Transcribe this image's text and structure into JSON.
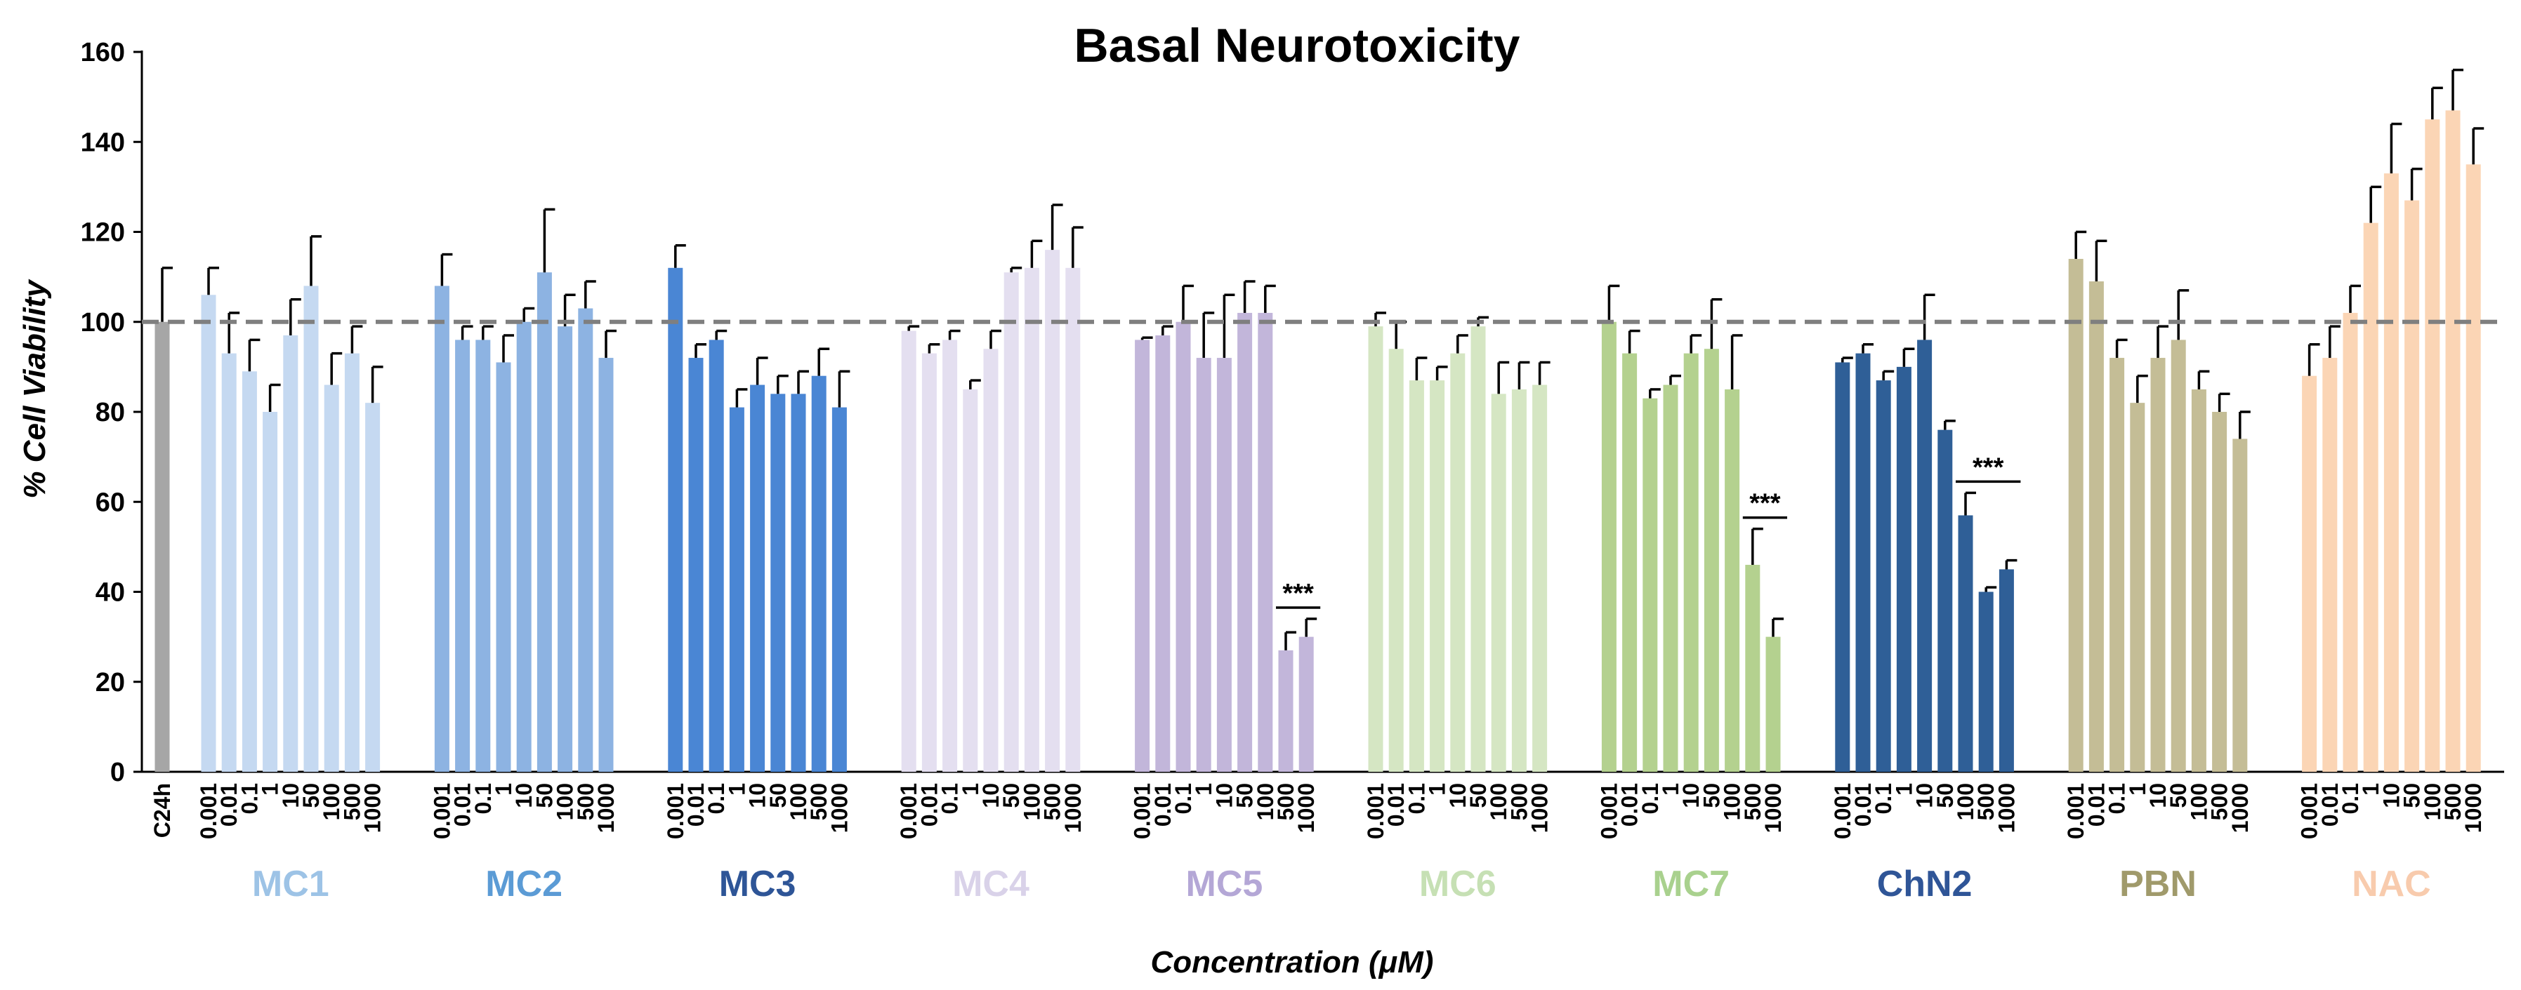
{
  "chart_data": {
    "type": "bar",
    "title": "Basal Neurotoxicity",
    "ylabel": "% Cell Viability",
    "xlabel": "Concentration (μM)",
    "ylim": [
      0,
      160
    ],
    "yticks": [
      0,
      20,
      40,
      60,
      80,
      100,
      120,
      140,
      160
    ],
    "reference_line": 100,
    "control": {
      "label": "C24h",
      "value": 100,
      "error": 12,
      "color": "#a6a6a6"
    },
    "concentration_labels": [
      "0.001",
      "0.01",
      "0.1",
      "1",
      "10",
      "50",
      "100",
      "500",
      "1000"
    ],
    "significance_label": "***",
    "groups": [
      {
        "name": "MC1",
        "color": "#c5d9f1",
        "label_color": "#9dc3e6",
        "values": [
          106,
          93,
          89,
          80,
          97,
          108,
          86,
          93,
          82
        ],
        "errors": [
          6,
          9,
          7,
          6,
          8,
          11,
          7,
          6,
          8
        ]
      },
      {
        "name": "MC2",
        "color": "#8db3e2",
        "label_color": "#5b9bd5",
        "values": [
          108,
          96,
          96,
          91,
          100,
          111,
          99,
          103,
          92
        ],
        "errors": [
          7,
          3,
          3,
          6,
          3,
          14,
          7,
          6,
          6
        ]
      },
      {
        "name": "MC3",
        "color": "#4a86d4",
        "label_color": "#2e5597",
        "values": [
          112,
          92,
          96,
          81,
          86,
          84,
          84,
          88,
          81
        ],
        "errors": [
          5,
          3,
          2,
          4,
          6,
          4,
          5,
          6,
          8
        ]
      },
      {
        "name": "MC4",
        "color": "#e4dff0",
        "label_color": "#d9d2e9",
        "values": [
          98,
          93,
          96,
          85,
          94,
          111,
          112,
          116,
          112
        ],
        "errors": [
          1,
          2,
          2,
          2,
          4,
          1,
          6,
          10,
          9
        ]
      },
      {
        "name": "MC5",
        "color": "#c2b6da",
        "label_color": "#b4a7d6",
        "values": [
          96,
          97,
          100,
          92,
          92,
          102,
          102,
          27,
          30
        ],
        "errors": [
          0.5,
          2,
          8,
          10,
          14,
          7,
          6,
          4,
          4
        ],
        "significance": {
          "from": 7,
          "to": 8
        }
      },
      {
        "name": "MC6",
        "color": "#d5e6c3",
        "label_color": "#c6e0b4",
        "values": [
          99,
          94,
          87,
          87,
          93,
          99,
          84,
          85,
          86
        ],
        "errors": [
          3,
          6,
          5,
          3,
          4,
          2,
          7,
          6,
          5
        ]
      },
      {
        "name": "MC7",
        "color": "#b4d18f",
        "label_color": "#a9d18e",
        "values": [
          100,
          93,
          83,
          86,
          93,
          94,
          85,
          46,
          30
        ],
        "errors": [
          8,
          5,
          2,
          2,
          4,
          11,
          12,
          8,
          4
        ],
        "significance": {
          "from": 7,
          "to": 8
        }
      },
      {
        "name": "ChN2",
        "color": "#2f5f97",
        "label_color": "#2f5597",
        "values": [
          91,
          93,
          87,
          90,
          96,
          76,
          57,
          40,
          45
        ],
        "errors": [
          1,
          2,
          2,
          4,
          10,
          2,
          5,
          1,
          2
        ],
        "significance": {
          "from": 6,
          "to": 8
        }
      },
      {
        "name": "PBN",
        "color": "#c4bd96",
        "label_color": "#a09a6b",
        "values": [
          114,
          109,
          92,
          82,
          92,
          96,
          85,
          80,
          74
        ],
        "errors": [
          6,
          9,
          4,
          6,
          7,
          11,
          4,
          4,
          6
        ]
      },
      {
        "name": "NAC",
        "color": "#fbd5b5",
        "label_color": "#f8cbad",
        "values": [
          88,
          92,
          102,
          122,
          133,
          127,
          145,
          147,
          135
        ],
        "errors": [
          7,
          7,
          6,
          8,
          11,
          7,
          7,
          9,
          8
        ]
      }
    ]
  }
}
